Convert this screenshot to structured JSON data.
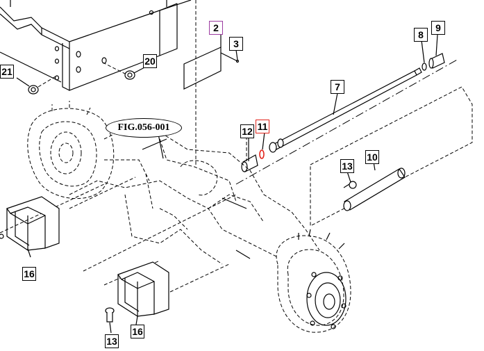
{
  "diagram": {
    "figure_reference": "FIG.056-001",
    "callouts": [
      {
        "id": "2",
        "label": "2",
        "highlight": "purple"
      },
      {
        "id": "3",
        "label": "3"
      },
      {
        "id": "7",
        "label": "7"
      },
      {
        "id": "8",
        "label": "8"
      },
      {
        "id": "9",
        "label": "9"
      },
      {
        "id": "10",
        "label": "10"
      },
      {
        "id": "11",
        "label": "11",
        "highlight": "red"
      },
      {
        "id": "12",
        "label": "12"
      },
      {
        "id": "13a",
        "label": "13"
      },
      {
        "id": "13b",
        "label": "13"
      },
      {
        "id": "16a",
        "label": "16"
      },
      {
        "id": "16b",
        "label": "16"
      },
      {
        "id": "20",
        "label": "20"
      },
      {
        "id": "21",
        "label": "21"
      }
    ],
    "colors": {
      "line": "#000000",
      "background": "#ffffff",
      "highlight_purple": "#9b3aa0",
      "highlight_red": "#e2231a"
    }
  }
}
